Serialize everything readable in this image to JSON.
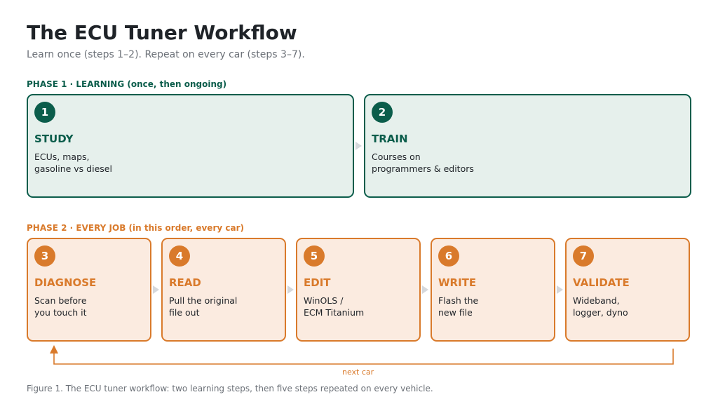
{
  "title": "The ECU Tuner Workflow",
  "subtitle": "Learn once (steps 1–2). Repeat on every car (steps 3–7).",
  "phase1": {
    "label": "PHASE 1 · LEARNING (once, then ongoing)",
    "color": "#0b5d4b",
    "steps": [
      {
        "number": "1",
        "title": "STUDY",
        "description": "ECUs, maps,\ngasoline vs diesel"
      },
      {
        "number": "2",
        "title": "TRAIN",
        "description": "Courses on\nprogrammers & editors"
      }
    ]
  },
  "phase2": {
    "label": "PHASE 2 · EVERY JOB (in this order, every car)",
    "color": "#d97a2b",
    "steps": [
      {
        "number": "3",
        "title": "DIAGNOSE",
        "description": "Scan before\nyou touch it"
      },
      {
        "number": "4",
        "title": "READ",
        "description": "Pull the original\nfile out"
      },
      {
        "number": "5",
        "title": "EDIT",
        "description": "WinOLS /\nECM Titanium"
      },
      {
        "number": "6",
        "title": "WRITE",
        "description": "Flash the\nnew file"
      },
      {
        "number": "7",
        "title": "VALIDATE",
        "description": "Wideband,\nlogger, dyno"
      }
    ]
  },
  "loop_label": "next car",
  "caption": "Figure 1. The ECU tuner workflow: two learning steps, then five steps repeated on every vehicle."
}
